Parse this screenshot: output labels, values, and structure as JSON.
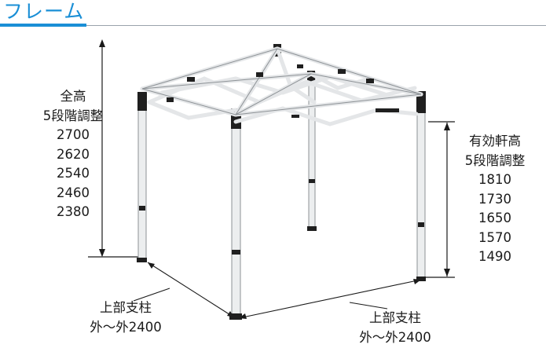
{
  "title": "フレーム",
  "total_height": {
    "label_line1": "全高",
    "label_line2": "5段階調整",
    "values": [
      "2700",
      "2620",
      "2540",
      "2460",
      "2380"
    ]
  },
  "eave_height": {
    "label_line1": "有効軒高",
    "label_line2": "5段階調整",
    "values": [
      "1810",
      "1730",
      "1650",
      "1570",
      "1490"
    ]
  },
  "base_left": {
    "line1": "上部支柱",
    "line2": "外～外2400"
  },
  "base_right": {
    "line1": "上部支柱",
    "line2": "外～外2400"
  },
  "colors": {
    "accent": "#1a8fd6",
    "frame": "#e6e8ea",
    "joint": "#1f1f1f"
  }
}
